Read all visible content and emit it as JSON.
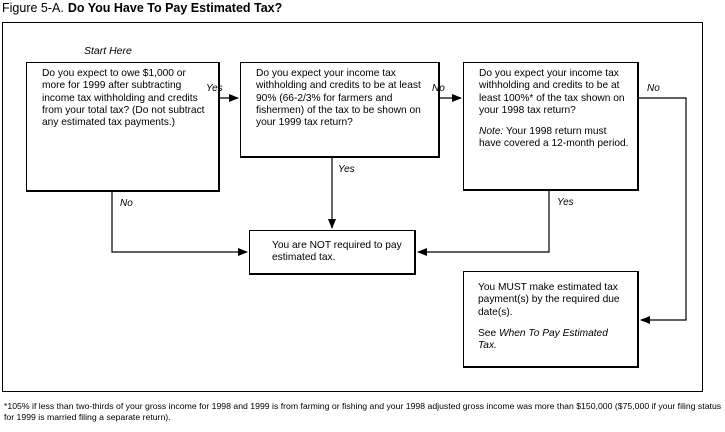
{
  "figure": {
    "label": "Figure 5-A.",
    "heading": "Do You Have To Pay Estimated Tax?"
  },
  "start_label": "Start Here",
  "boxes": {
    "q1": "Do you expect to owe $1,000 or more for 1999 after subtracting income tax withholding and credits from your total tax? (Do not subtract any estimated tax payments.)",
    "q2": "Do you expect your income tax withholding and credits to be at least 90% (66-2/3% for farmers and fishermen) of the tax to be shown on your 1999 tax return?",
    "q3": "Do you expect your income tax withholding and credits to be at least 100%* of the tax shown on your 1998 tax return?",
    "q3_note_label": "Note:",
    "q3_note_text": "Your 1998 return must have covered a 12-month period.",
    "not_required": "You are NOT required to pay estimated tax.",
    "must_pay": "You MUST make estimated tax payment(s) by the required due date(s).",
    "must_pay_see": "See",
    "must_pay_link": "When To Pay Estimated Tax."
  },
  "edges": {
    "q1_yes": "Yes",
    "q1_no": "No",
    "q2_no": "No",
    "q2_yes": "Yes",
    "q3_no": "No",
    "q3_yes": "Yes"
  },
  "footnote": "*105% if less than two-thirds of your gross income for 1998 and 1999 is from farming or fishing and your 1998 adjusted gross income was more than $150,000 ($75,000 if your filing status for 1999 is married filing a separate return)."
}
